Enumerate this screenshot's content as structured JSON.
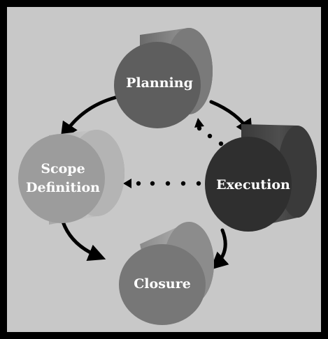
{
  "nodes": {
    "planning": {
      "label": "Planning"
    },
    "execution": {
      "label": "Execution"
    },
    "closure": {
      "label": "Closure"
    },
    "scope": {
      "label_line1": "Scope",
      "label_line2": "Definition"
    }
  }
}
